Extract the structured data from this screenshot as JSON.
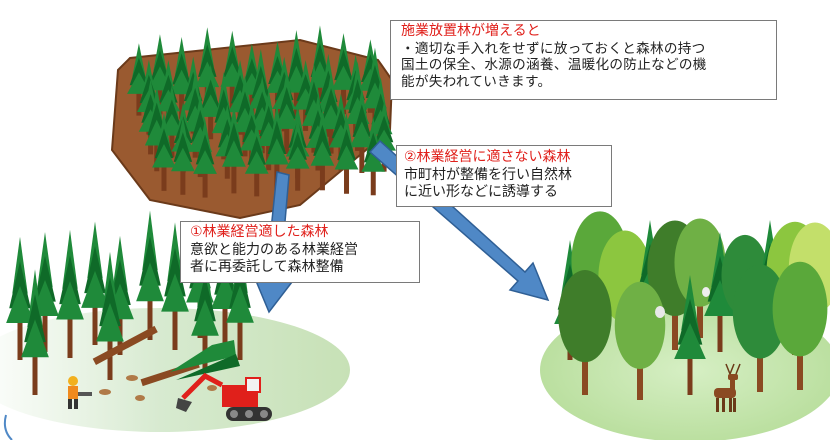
{
  "title_partial": "中的なこの状態での森林整備の方向性のイメージ（市町村が対応する方向性）",
  "boxes": {
    "abandoned": {
      "heading": "施業放置林が増えると",
      "lines": [
        "・適切な手入れをせずに放っておくと森林の持つ",
        "国土の保全、水源の涵養、温暖化の防止などの機",
        "能が失われていきます。"
      ]
    },
    "unsuitable": {
      "heading": "②林業経営に適さない森林",
      "lines": [
        "市町村が整備を行い自然林",
        "に近い形などに誘導する"
      ]
    },
    "suitable": {
      "heading": "①林業経営適した森林",
      "lines": [
        "意欲と能力のある林業経営",
        "者に再委託して森林整備"
      ]
    }
  },
  "colors": {
    "arrow": "#4f88c6",
    "arrow_edge": "#2f5f95",
    "conifer": "#1f8a3a",
    "conifer_dark": "#0f6a28",
    "trunk": "#7a3c1c",
    "soil": "#9a5a30",
    "ground_left": "#cfe5b8",
    "ground_right": "#b9e0a0",
    "heading_red": "#e0201b",
    "excavator": "#e0201b"
  }
}
